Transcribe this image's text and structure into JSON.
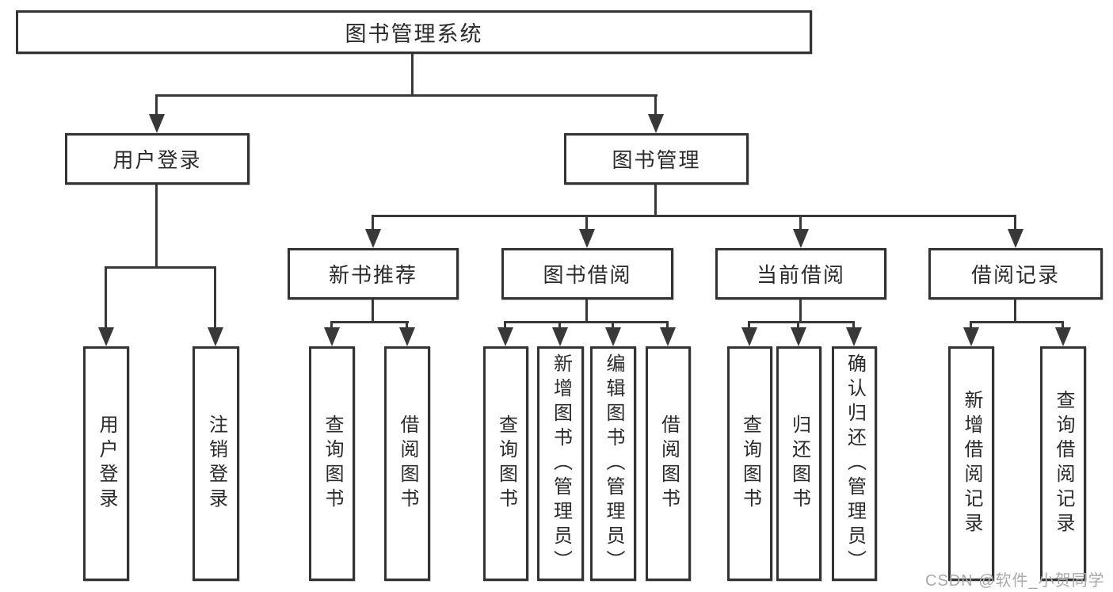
{
  "diagram": {
    "title": "图书管理系统",
    "branches": [
      {
        "label": "用户登录",
        "children": [
          {
            "label": "用户登录"
          },
          {
            "label": "注销登录"
          }
        ]
      },
      {
        "label": "图书管理",
        "children": [
          {
            "label": "新书推荐",
            "children": [
              {
                "label": "查询图书"
              },
              {
                "label": "借阅图书"
              }
            ]
          },
          {
            "label": "图书借阅",
            "children": [
              {
                "label": "查询图书"
              },
              {
                "label": "新增图书（管理员）"
              },
              {
                "label": "编辑图书（管理员）"
              },
              {
                "label": "借阅图书"
              }
            ]
          },
          {
            "label": "当前借阅",
            "children": [
              {
                "label": "查询图书"
              },
              {
                "label": "归还图书"
              },
              {
                "label": "确认归还（管理员）"
              }
            ]
          },
          {
            "label": "借阅记录",
            "children": [
              {
                "label": "新增借阅记录"
              },
              {
                "label": "查询借阅记录"
              }
            ]
          }
        ]
      }
    ]
  },
  "watermark": "CSDN @软件_小贺同学",
  "colors": {
    "line": "#383838",
    "text": "#2a2a2a",
    "box_border": "#333333",
    "watermark": "#a9a9a9",
    "background": "#ffffff"
  }
}
